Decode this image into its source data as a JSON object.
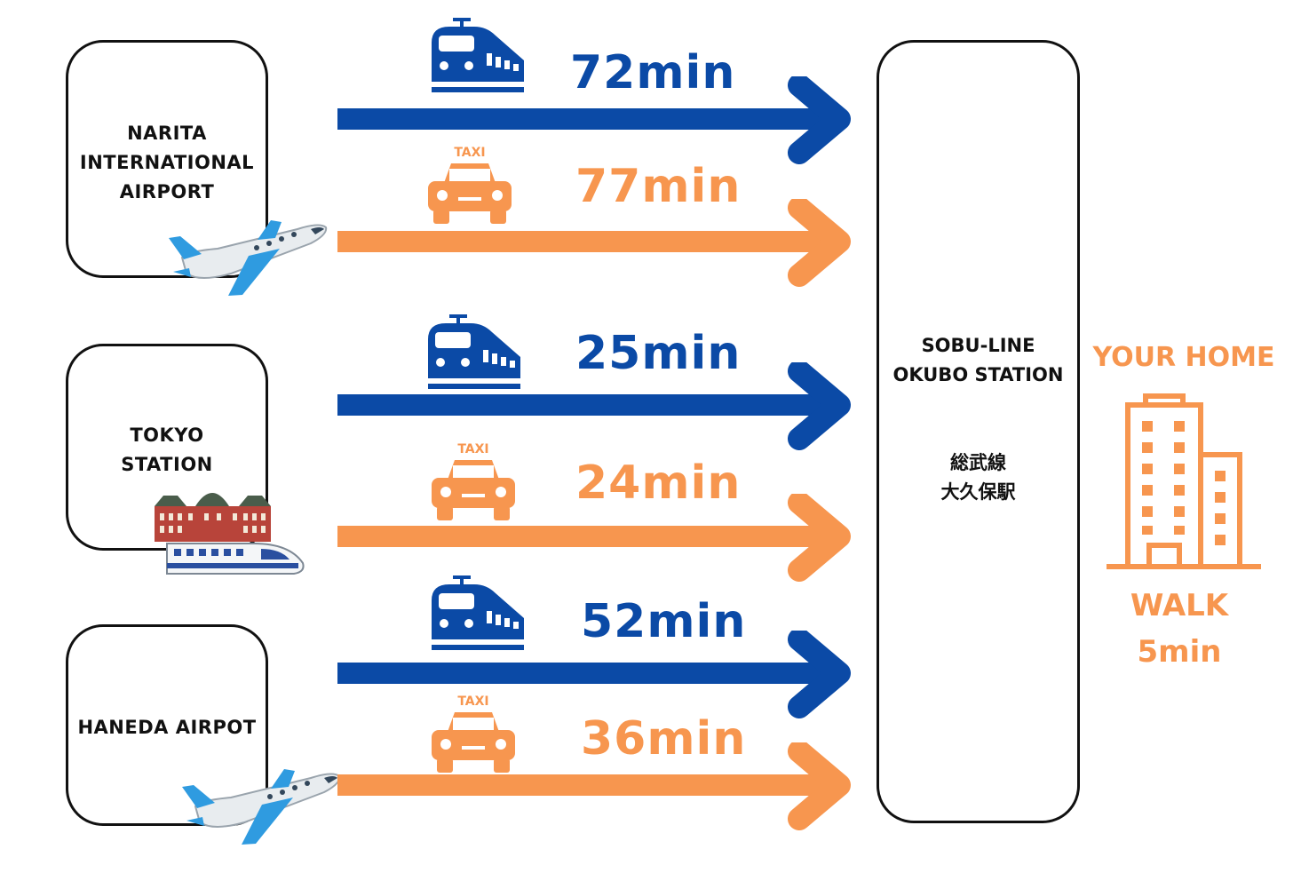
{
  "origins": [
    {
      "name": "NARITA\nINTERNATIONAL\nAIRPORT"
    },
    {
      "name": "TOKYO\nSTATION"
    },
    {
      "name": "HANEDA AIRPOT"
    }
  ],
  "routes": [
    {
      "mode": "train",
      "time": "72min"
    },
    {
      "mode": "taxi",
      "time": "77min"
    },
    {
      "mode": "train",
      "time": "25min"
    },
    {
      "mode": "taxi",
      "time": "24min"
    },
    {
      "mode": "train",
      "time": "52min"
    },
    {
      "mode": "taxi",
      "time": "36min"
    }
  ],
  "taxi_sign": "TAXI",
  "destination": {
    "name_en": "SOBU-LINE\nOKUBO STATION",
    "name_ja": "総武線\n大久保駅"
  },
  "home": {
    "title": "YOUR HOME",
    "walk_label": "WALK",
    "walk_time": "5min"
  },
  "colors": {
    "train": "#0b4aa6",
    "taxi": "#f7964f",
    "border": "#111111"
  },
  "icons": {
    "train": "train-icon",
    "taxi": "taxi-icon",
    "airplane": "airplane-icon",
    "tokyo_station": "tokyo-station-building-icon",
    "bullet_train": "bullet-train-icon",
    "home": "apartment-building-icon"
  }
}
